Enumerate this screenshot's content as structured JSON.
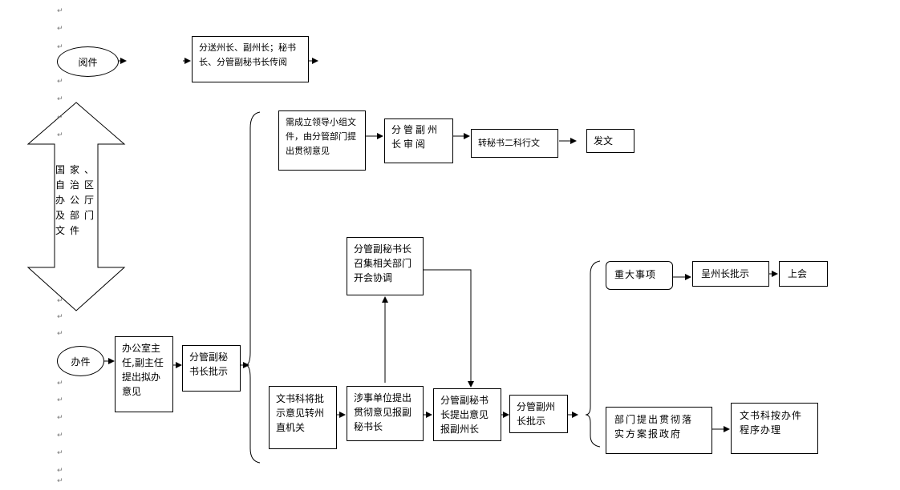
{
  "paragraph_mark": "↵",
  "read_label": "阅件",
  "read_dist": "分送州长、副州长；秘书长、分管副秘书长传阅",
  "doc_source": "国家、自治区办公厅及部门文件",
  "handle_label": "办件",
  "office_dir": "办公室主任,副主任提出拟办意见",
  "sec_approve": "分管副秘书长批示",
  "lead_group": "需成立领导小组文件，由分管部门提出贯彻意见",
  "dep_gov_review": "分管副州长审阅",
  "transfer_sec2": "转秘书二科行文",
  "issue": "发文",
  "meeting_coord": "分管副秘书长召集相关部门开会协调",
  "doc_sec_forward": "文书科将批示意见转州直机关",
  "units_opinion": "涉事单位提出贯彻意见报副秘书长",
  "dep_sec_report": "分管副秘书长提出意见报副州长",
  "dep_gov_approve": "分管副州长批示",
  "major_matter": "重大事项",
  "gov_approve": "呈州长批示",
  "meeting": "上会",
  "dept_plan": "部门提出贯彻落实方案报政府",
  "doc_sec_proc": "文书科按办件程序办理"
}
